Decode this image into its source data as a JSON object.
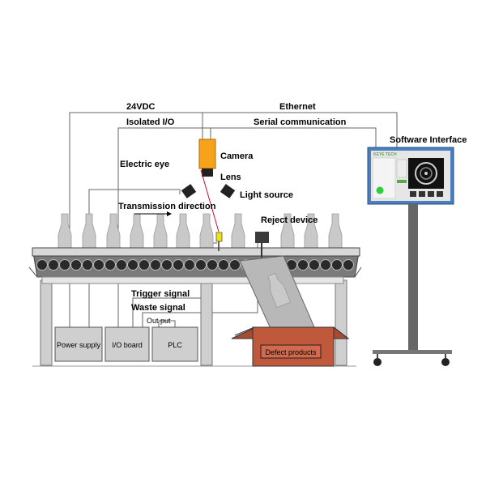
{
  "labels": {
    "power_24vdc": "24VDC",
    "isolated_io": "Isolated I/O",
    "ethernet": "Ethernet",
    "serial_communication": "Serial communication",
    "software_interface": "Software Interface",
    "camera": "Camera",
    "lens": "Lens",
    "electric_eye": "Electric eye",
    "light_source": "Light source",
    "transmission_direction": "Transmission direction",
    "reject_device": "Reject device",
    "trigger_signal": "Trigger signal",
    "waste_signal": "Waste signal",
    "out_put": "Out put",
    "power_supply": "Power supply",
    "io_board": "I/O board",
    "plc": "PLC",
    "defect_products": "Defect products",
    "screen_brand": "KEYE TECH"
  },
  "colors": {
    "camera": "#f7a21b",
    "defect_box": "#c0583c",
    "sensor": "#f1e10d",
    "screen_frame": "#5a8fc7",
    "screen_bg": "#e6e6e6",
    "status_green": "#2ecc40",
    "brand_text": "#5aa84a"
  }
}
